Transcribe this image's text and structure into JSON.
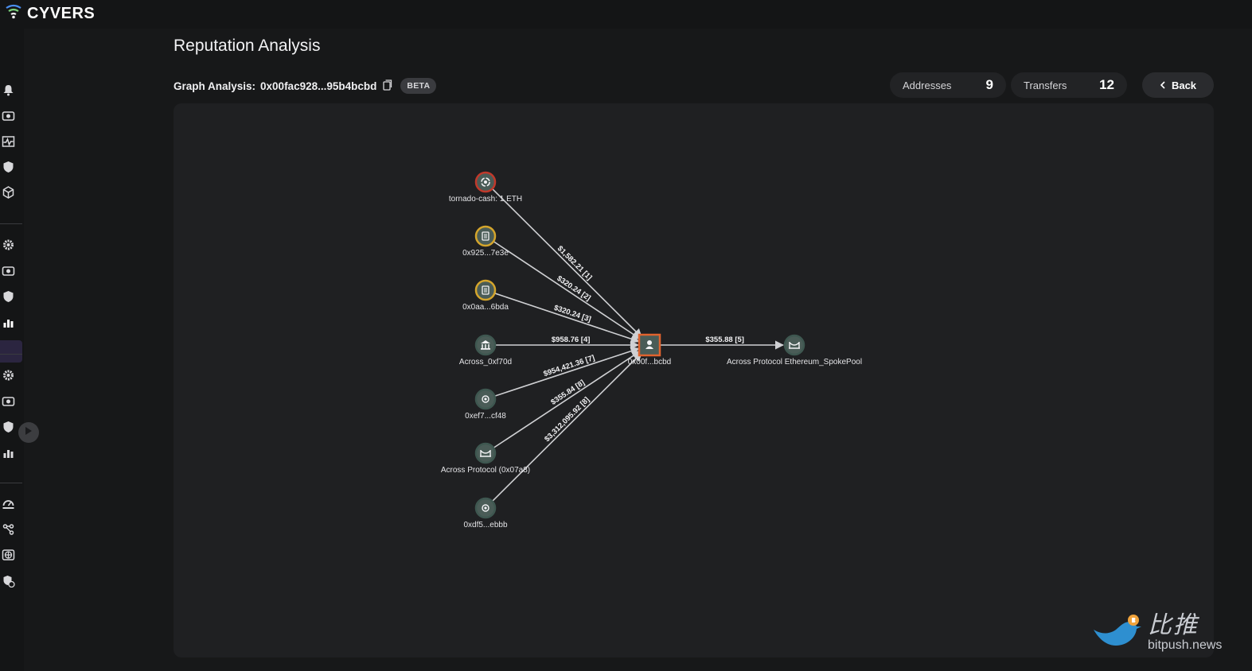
{
  "app": {
    "name": "CYVERS"
  },
  "page": {
    "title": "Reputation Analysis"
  },
  "graph_header": {
    "label": "Graph Analysis:",
    "address": "0x00fac928...95b4bcbd",
    "badge": "BETA"
  },
  "stats": {
    "addresses_label": "Addresses",
    "addresses_value": "9",
    "transfers_label": "Transfers",
    "transfers_value": "12"
  },
  "back_button": {
    "label": "Back"
  },
  "nodes": [
    {
      "id": "tornado",
      "label": "tornado-cash: 1 ETH",
      "icon": "tornado-icon",
      "ring": "#c0392b"
    },
    {
      "id": "n925",
      "label": "0x925...7e3e",
      "icon": "document-icon",
      "ring": "#d4a52c"
    },
    {
      "id": "n0aa",
      "label": "0x0aa...6bda",
      "icon": "document-icon",
      "ring": "#d4a52c"
    },
    {
      "id": "across70d",
      "label": "Across_0xf70d",
      "icon": "bank-icon",
      "ring": "#3e5750"
    },
    {
      "id": "nef7",
      "label": "0xef7...cf48",
      "icon": "wallet-icon",
      "ring": "#3e5750"
    },
    {
      "id": "across7a8",
      "label": "Across Protocol (0x07a8)",
      "icon": "bridge-icon",
      "ring": "#3e5750"
    },
    {
      "id": "ndf5",
      "label": "0xdf5...ebbb",
      "icon": "wallet-icon",
      "ring": "#3e5750"
    },
    {
      "id": "center",
      "label": "0x00f...bcbd",
      "icon": "user-icon",
      "ring": "#e0632e"
    },
    {
      "id": "spokepool",
      "label": "Across Protocol Ethereum_SpokePool",
      "icon": "bridge-icon",
      "ring": "#3e5750"
    }
  ],
  "edges": [
    {
      "from": "tornado",
      "to": "center",
      "label": "$1,582.21 [1]"
    },
    {
      "from": "n925",
      "to": "center",
      "label": "$320.24 [2]"
    },
    {
      "from": "n0aa",
      "to": "center",
      "label": "$320.24 [3]"
    },
    {
      "from": "across70d",
      "to": "center",
      "label": "$958.76 [4]"
    },
    {
      "from": "center",
      "to": "spokepool",
      "label": "$355.88 [5]"
    },
    {
      "from": "nef7",
      "to": "center",
      "label": "$954,421.36 [7]"
    },
    {
      "from": "across7a8",
      "to": "center",
      "label": "$355.84 [8]"
    },
    {
      "from": "ndf5",
      "to": "center",
      "label": "$3,312,095.92 [8]"
    }
  ],
  "watermark": {
    "cn": "比推",
    "en": "bitpush.news"
  },
  "colors": {
    "accent": "#2b2540",
    "node_fill": "#4a5c57",
    "edge": "#cfd0d3",
    "center_ring": "#e0632e"
  }
}
